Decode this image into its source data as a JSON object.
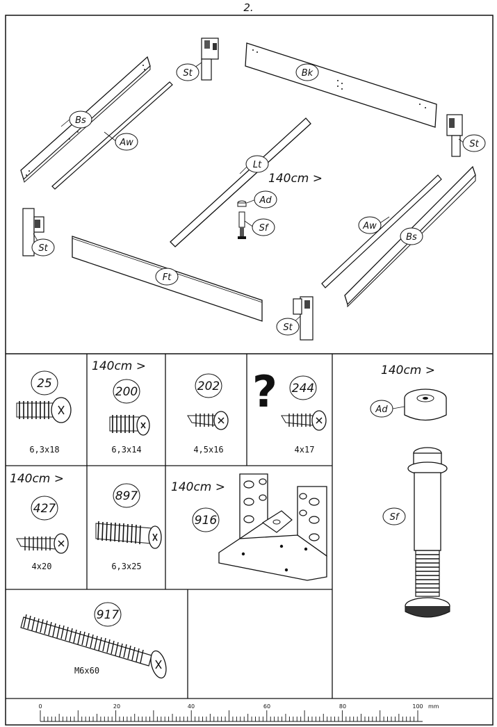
{
  "page_number": "2.",
  "assembly": {
    "size_note": "140cm >",
    "parts": {
      "bk": "Bk",
      "bs": "Bs",
      "aw": "Aw",
      "st": "St",
      "lt": "Lt",
      "ad": "Ad",
      "sf": "Sf",
      "ft": "Ft"
    }
  },
  "hardware": [
    {
      "code": "25",
      "size": "6,3x18",
      "note": ""
    },
    {
      "code": "200",
      "size": "6,3x14",
      "note": "140cm >"
    },
    {
      "code": "202",
      "size": "4,5x16",
      "note": ""
    },
    {
      "code": "244",
      "size": "4x17",
      "note": "",
      "mark": "?"
    },
    {
      "code": "427",
      "size": "4x20",
      "note": "140cm >"
    },
    {
      "code": "897",
      "size": "6,3x25",
      "note": ""
    },
    {
      "code": "916",
      "size": "",
      "note": "140cm >"
    },
    {
      "code": "917",
      "size": "M6x60",
      "note": ""
    }
  ],
  "leg": {
    "note": "140cm >",
    "ad_label": "Ad",
    "sf_label": "Sf"
  },
  "ruler": {
    "labels": [
      "0",
      "20",
      "40",
      "60",
      "80",
      "100"
    ],
    "unit": "mm"
  }
}
